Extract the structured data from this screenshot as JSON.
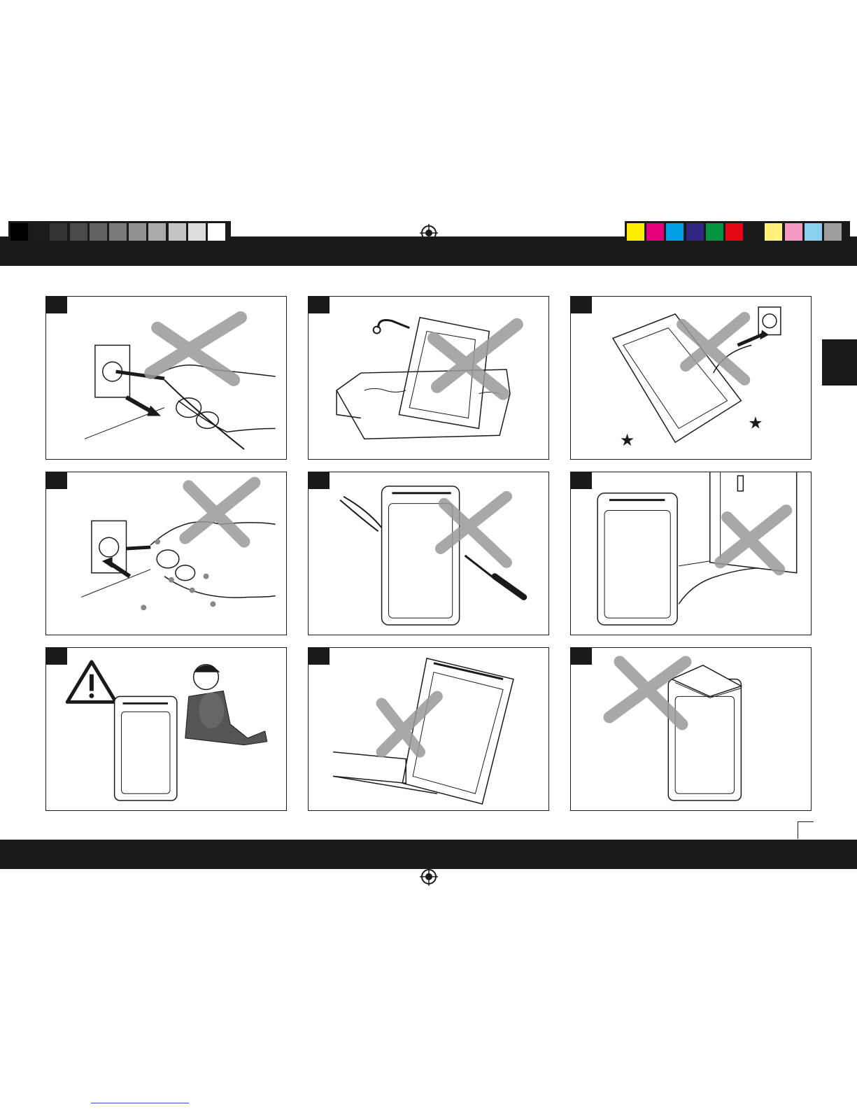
{
  "print_marks": {
    "grayscale_swatches": [
      "#000000",
      "#1c1c1c",
      "#333333",
      "#4a4a4a",
      "#626262",
      "#7a7a7a",
      "#929292",
      "#aaaaaa",
      "#c4c4c4",
      "#dddddd",
      "#ffffff"
    ],
    "color_swatches": [
      "#ffee00",
      "#e5007e",
      "#009fe3",
      "#312783",
      "#009640",
      "#e30613",
      "#1a1a1a",
      "#fff17a",
      "#f49ac1",
      "#89cff0",
      "#9d9d9c"
    ]
  },
  "panels": [
    {
      "id": 1,
      "icon": "pull-plug-by-cord-icon",
      "prohibited": true
    },
    {
      "id": 2,
      "icon": "immerse-in-water-icon",
      "prohibited": true
    },
    {
      "id": 3,
      "icon": "unit-falling-icon",
      "prohibited": true
    },
    {
      "id": 4,
      "icon": "wet-hands-plug-icon",
      "prohibited": true
    },
    {
      "id": 5,
      "icon": "disassemble-tools-icon",
      "prohibited": true
    },
    {
      "id": 6,
      "icon": "cord-under-door-icon",
      "prohibited": true
    },
    {
      "id": 7,
      "icon": "child-warning-icon",
      "prohibited": false
    },
    {
      "id": 8,
      "icon": "tilted-unit-icon",
      "prohibited": true
    },
    {
      "id": 9,
      "icon": "covered-unit-icon",
      "prohibited": true
    }
  ]
}
